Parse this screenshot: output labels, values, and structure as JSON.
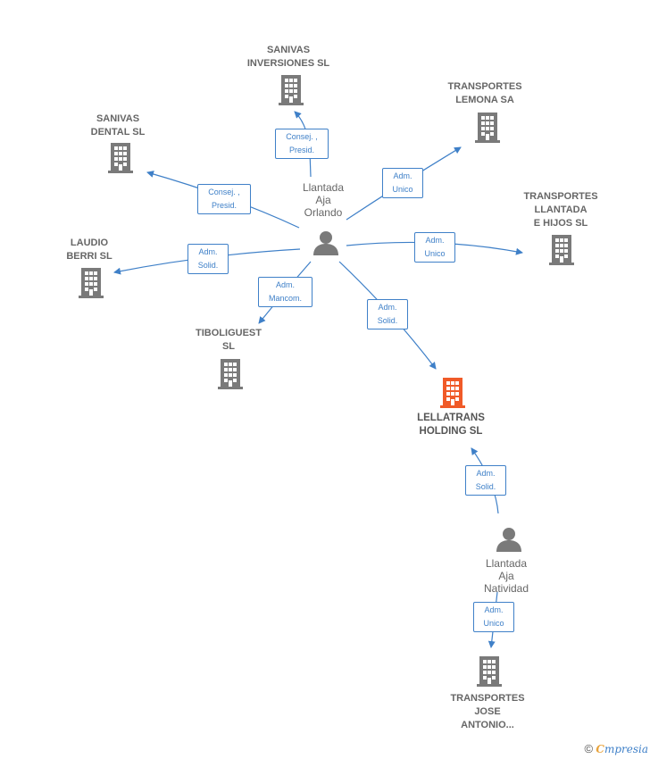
{
  "nodes": {
    "sanivas_inversiones": {
      "label": "SANIVAS\nINVERSIONES SL",
      "icon": "building-icon"
    },
    "transportes_lemona": {
      "label": "TRANSPORTES\nLEMONA SA",
      "icon": "building-icon"
    },
    "sanivas_dental": {
      "label": "SANIVAS\nDENTAL SL",
      "icon": "building-icon"
    },
    "transportes_llantada": {
      "label": "TRANSPORTES\nLLANTADA\nE HIJOS SL",
      "icon": "building-icon"
    },
    "laudio_berri": {
      "label": "LAUDIO\nBERRI  SL",
      "icon": "building-icon"
    },
    "tiboliguest": {
      "label": "TIBOLIGUEST\nSL",
      "icon": "building-icon"
    },
    "lellatrans": {
      "label": "LELLATRANS\nHOLDING  SL",
      "icon": "building-icon",
      "highlight": "#f05a28"
    },
    "transportes_jose": {
      "label": "TRANSPORTES\nJOSE\nANTONIO...",
      "icon": "building-icon"
    },
    "orlando": {
      "label": "Llantada\nAja\nOrlando",
      "icon": "person-icon"
    },
    "natividad": {
      "label": "Llantada\nAja\nNatividad",
      "icon": "person-icon"
    }
  },
  "edges": {
    "to_sanivas_inversiones": "Consej. ,\nPresid.",
    "to_sanivas_dental": "Consej. ,\nPresid.",
    "to_transportes_lemona": "Adm.\nUnico",
    "to_transportes_llantada": "Adm.\nUnico",
    "to_laudio_berri": "Adm.\nSolid.",
    "to_tiboliguest": "Adm.\nMancom.",
    "to_lellatrans_from_orlando": "Adm.\nSolid.",
    "to_lellatrans_from_natividad": "Adm.\nSolid.",
    "to_transportes_jose": "Adm.\nUnico"
  },
  "colors": {
    "edge": "#3f80c8",
    "icon": "#7a7a7a",
    "highlight": "#f05a28"
  },
  "footer": {
    "copyright": "©",
    "brand_initial": "C",
    "brand_rest": "mpresia"
  }
}
